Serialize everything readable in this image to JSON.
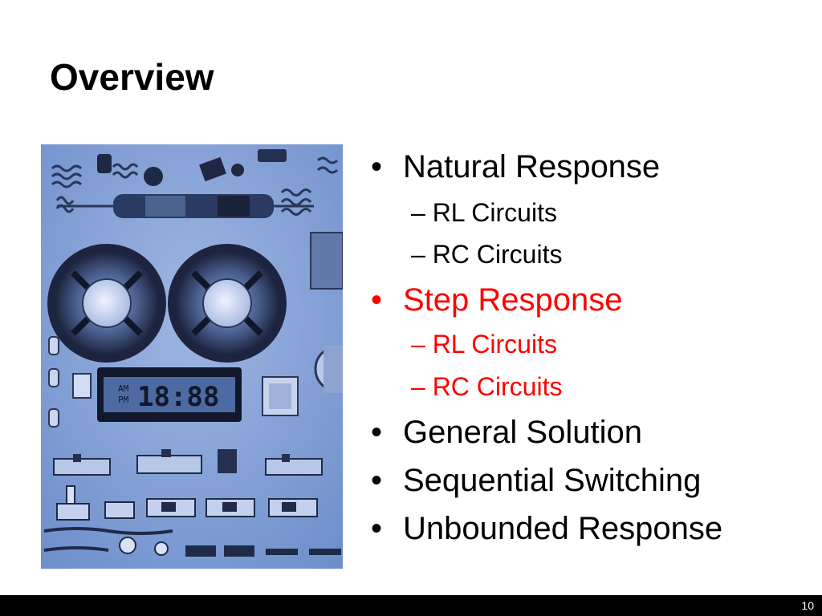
{
  "slide": {
    "title": "Overview",
    "page_number": "10",
    "bullets": [
      {
        "text": "Natural Response",
        "highlight": false,
        "sub": [
          {
            "text": "– RL Circuits"
          },
          {
            "text": "– RC Circuits"
          }
        ]
      },
      {
        "text": "Step Response",
        "highlight": true,
        "sub": [
          {
            "text": "– RL Circuits"
          },
          {
            "text": "– RC Circuits"
          }
        ]
      },
      {
        "text": "General Solution",
        "highlight": false,
        "sub": []
      },
      {
        "text": "Sequential Switching",
        "highlight": false,
        "sub": []
      },
      {
        "text": "Unbounded Response",
        "highlight": false,
        "sub": []
      }
    ],
    "bullet_glyph": "•",
    "highlight_color": "#ff0000",
    "photo": {
      "subject": "electronic-components-collage",
      "display": {
        "lcd_left": "AM",
        "lcd_left_2": "PM",
        "lcd_digits": "18:88"
      }
    }
  }
}
